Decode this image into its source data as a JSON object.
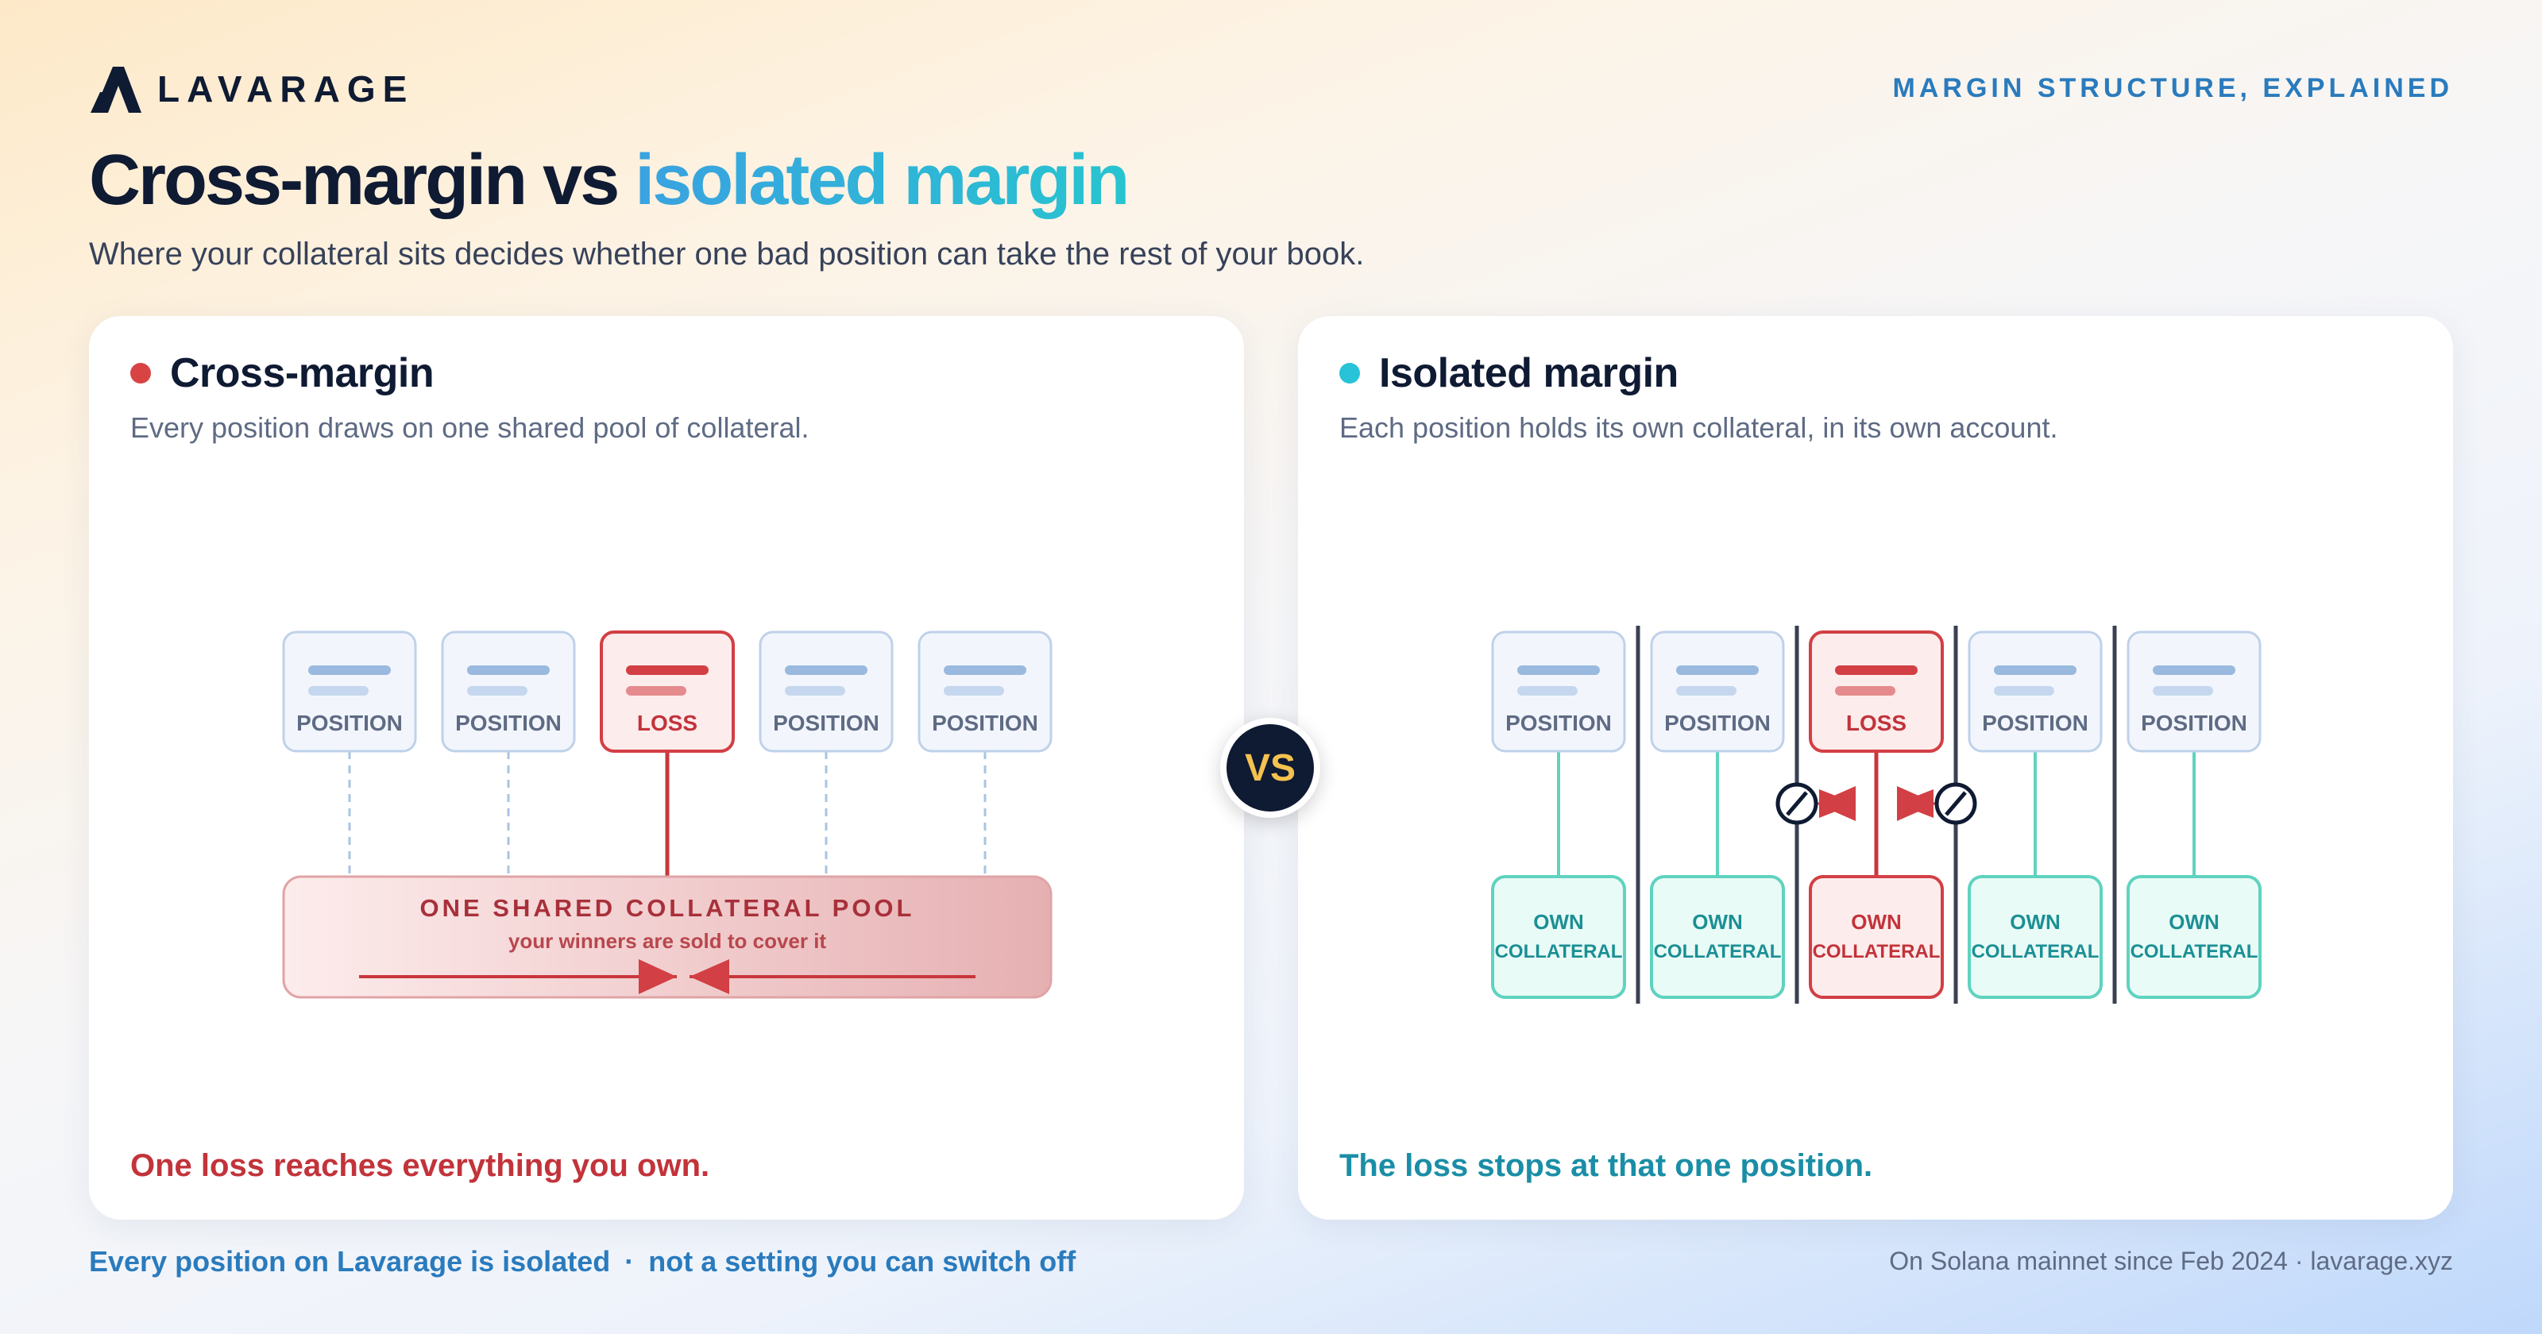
{
  "brand": {
    "name": "LAVARAGE"
  },
  "eyebrow": "MARGIN STRUCTURE, EXPLAINED",
  "title": {
    "part1": "Cross-margin vs ",
    "part2": "isolated margin"
  },
  "subtitle": "Where your collateral sits decides whether one bad position can take the rest of your book.",
  "cross": {
    "title": "Cross-margin",
    "subtitle": "Every position draws on one shared pool of collateral.",
    "boxes": [
      "POSITION",
      "POSITION",
      "LOSS",
      "POSITION",
      "POSITION"
    ],
    "pool_title": "ONE SHARED COLLATERAL POOL",
    "pool_sub": "your winners are sold to cover it",
    "footer": "One loss reaches everything you own."
  },
  "isolated": {
    "title": "Isolated margin",
    "subtitle": "Each position holds its own collateral, in its own account.",
    "boxes": [
      "POSITION",
      "POSITION",
      "LOSS",
      "POSITION",
      "POSITION"
    ],
    "collateral_line1": "OWN",
    "collateral_line2": "COLLATERAL",
    "footer": "The loss stops at that one position."
  },
  "vs": "VS",
  "footer": {
    "left1": "Every position on Lavarage is isolated",
    "separator": "·",
    "left2": "not a setting you can switch off",
    "right": "On Solana mainnet since Feb 2024 · lavarage.xyz"
  },
  "colors": {
    "navy": "#0f1a33",
    "loss_red": "#d84444",
    "teal": "#3ccbb4",
    "blue_accent": "#2a7bbd"
  },
  "icons": [
    "logo-mark-icon",
    "blocked-icon",
    "arrow-icon"
  ]
}
